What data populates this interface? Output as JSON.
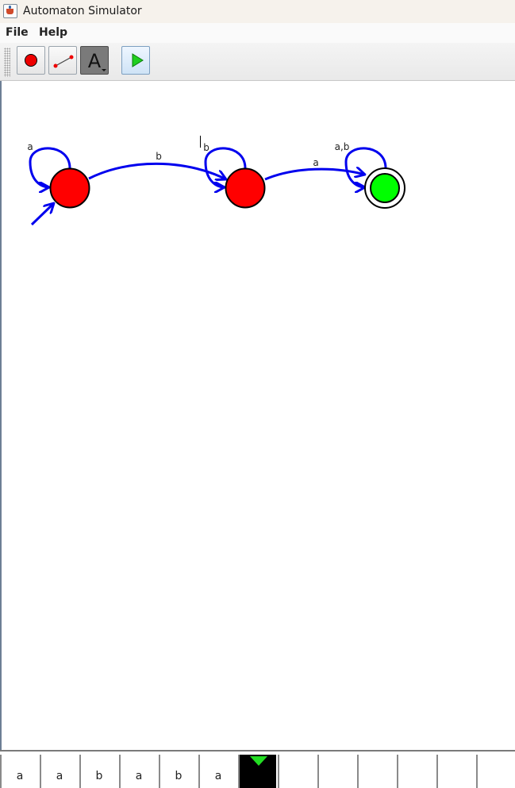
{
  "window": {
    "title": "Automaton Simulator",
    "app_icon": "java-icon"
  },
  "menu": {
    "items": [
      "File",
      "Help"
    ]
  },
  "toolbar": {
    "buttons": [
      {
        "name": "add-state-tool",
        "icon": "red-circle-icon"
      },
      {
        "name": "add-transition-tool",
        "icon": "transition-line-icon"
      },
      {
        "name": "text-tool",
        "icon": "letter-a-icon",
        "label": "A",
        "selected": true
      },
      {
        "name": "run-tool",
        "icon": "play-icon"
      }
    ]
  },
  "automaton": {
    "states": [
      {
        "id": "q0",
        "initial": true,
        "accepting": false,
        "fill": "#ff0000",
        "self_loop": "a"
      },
      {
        "id": "q1",
        "initial": false,
        "accepting": false,
        "fill": "#ff0000",
        "self_loop": "b"
      },
      {
        "id": "q2",
        "initial": false,
        "accepting": true,
        "fill": "#00ff00",
        "self_loop": "a,b"
      }
    ],
    "transitions": [
      {
        "from": "q0",
        "to": "q0",
        "label": "a"
      },
      {
        "from": "q0",
        "to": "q1",
        "label": "b"
      },
      {
        "from": "q1",
        "to": "q1",
        "label": "b"
      },
      {
        "from": "q1",
        "to": "q2",
        "label": "a"
      },
      {
        "from": "q2",
        "to": "q2",
        "label": "a,b"
      }
    ],
    "edge_color": "#0000ee"
  },
  "tape": {
    "cells": [
      "a",
      "a",
      "b",
      "a",
      "b",
      "a",
      "",
      "",
      "",
      "",
      "",
      "",
      ""
    ],
    "head_index": 6,
    "head_color": "#000000",
    "pointer_color": "#22dd22"
  }
}
